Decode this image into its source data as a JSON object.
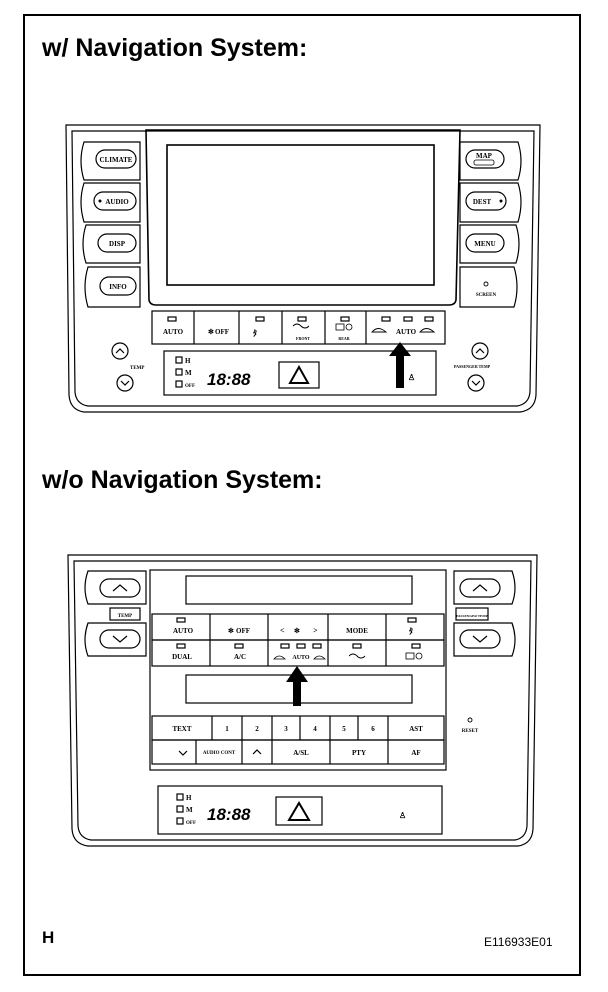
{
  "titles": {
    "with_nav": "w/ Navigation System:",
    "without_nav": "w/o Navigation System:"
  },
  "footer": {
    "left": "H",
    "code": "E116933E01"
  },
  "nav_panel": {
    "left_buttons": [
      "CLIMATE",
      "AUDIO",
      "DISP",
      "INFO"
    ],
    "right_buttons": [
      "MAP",
      "DEST",
      "MENU"
    ],
    "screen_label": "SCREEN",
    "climate_buttons": [
      "AUTO",
      "OFF",
      "FRONT",
      "REAR",
      "AUTO"
    ],
    "temp_label": "TEMP",
    "passenger_temp_label": "PASSENGER TEMP",
    "indicator_labels": [
      "H",
      "M",
      "OFF"
    ],
    "clock": "18:88"
  },
  "no_nav_panel": {
    "temp_label": "TEMP",
    "passenger_temp_label": "PASSENGER TEMP",
    "row1": [
      "AUTO",
      "OFF",
      "MODE"
    ],
    "row2": [
      "DUAL",
      "A/C",
      "AUTO"
    ],
    "row3": [
      "TEXT",
      "1",
      "2",
      "3",
      "4",
      "5",
      "6",
      "AST"
    ],
    "row4": [
      "AUDIO CONT",
      "A/SL",
      "PTY",
      "AF"
    ],
    "reset_label": "RESET",
    "indicator_labels": [
      "H",
      "M",
      "OFF"
    ],
    "clock": "18:88"
  }
}
